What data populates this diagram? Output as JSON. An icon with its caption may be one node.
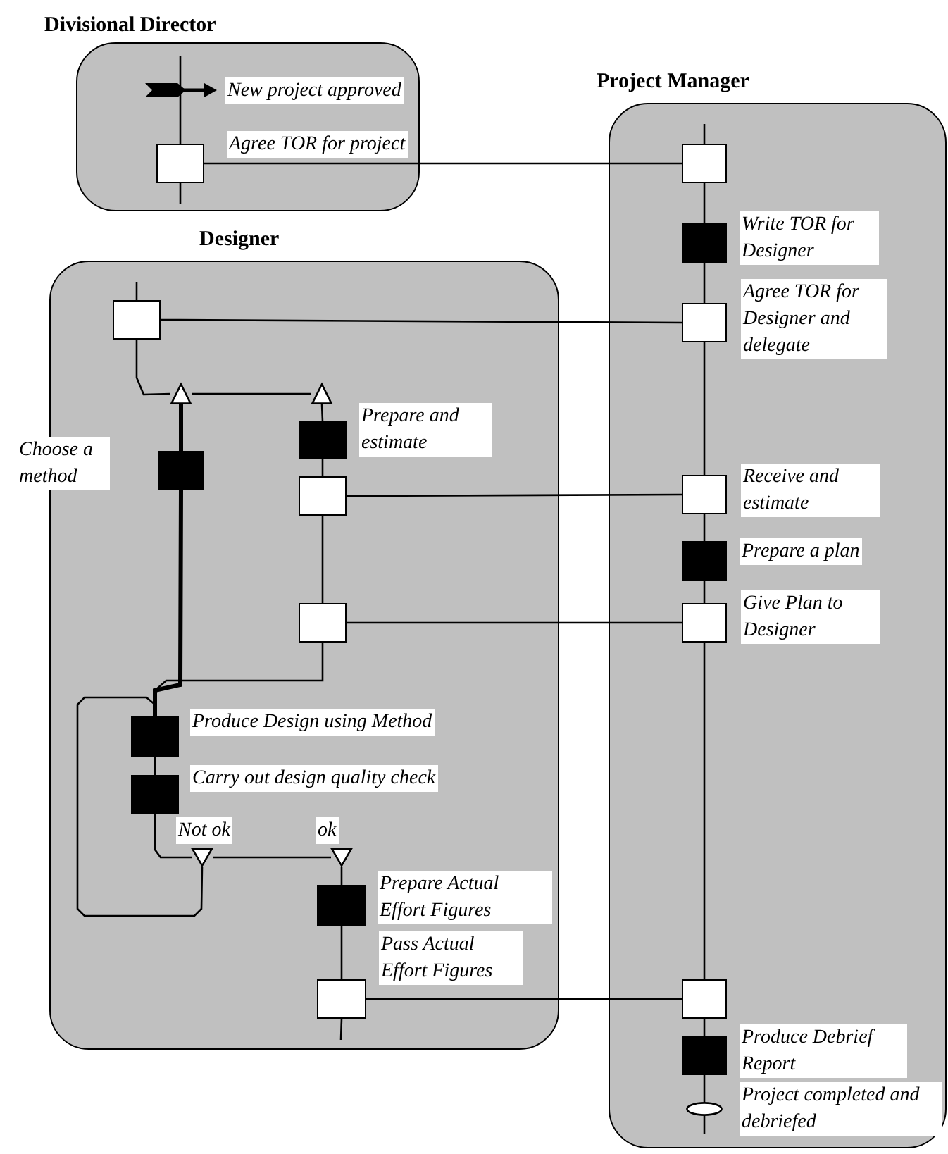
{
  "diagram": {
    "nodes": [
      {
        "text": [
          "Divisional Director"
        ]
      },
      {
        "text": [
          "New project approved"
        ],
        "in": 0
      },
      {
        "text": [
          "Agree TOR for project"
        ],
        "in": 0
      },
      {
        "text": [
          "Project Manager"
        ]
      },
      {
        "text": [],
        "shape": "box",
        "in": 3
      },
      {
        "text": [
          "Write TOR for Designer"
        ],
        "in": 3
      },
      {
        "text": [
          "Agree TOR for Designer and delegate"
        ],
        "in": 3
      },
      {
        "text": [
          "Designer"
        ]
      },
      {
        "text": [],
        "shape": "box",
        "in": 7
      },
      {
        "text": [],
        "shape": "triangle",
        "in": 7
      },
      {
        "text": [],
        "shape": "triangle",
        "in": 7
      },
      {
        "text": [
          "Choose a method"
        ],
        "in": 7
      },
      {
        "text": [
          "Prepare and estimate"
        ],
        "in": 7
      },
      {
        "text": [],
        "shape": "box",
        "in": 7
      },
      {
        "text": [
          "Receive and estimate"
        ],
        "in": 3
      },
      {
        "text": [
          "Prepare a plan"
        ],
        "in": 3
      },
      {
        "text": [
          "Give Plan to Designer"
        ],
        "in": 3
      },
      {
        "text": [],
        "shape": "box",
        "in": 7
      },
      {
        "text": [
          "Produce Design using Method"
        ],
        "in": 7
      },
      {
        "text": [
          "Carry out design quality check"
        ],
        "in": 7
      },
      {
        "text": [
          "Not ok"
        ],
        "in": 7
      },
      {
        "text": [
          "ok"
        ],
        "in": 7
      },
      {
        "text": [
          "Prepare Actual Effort Figures"
        ],
        "in": 7
      },
      {
        "text": [
          "Pass Actual Effort Figures"
        ],
        "in": 7
      },
      {
        "text": [],
        "shape": "box",
        "in": 3
      },
      {
        "text": [
          "Produce Debrief Report"
        ],
        "in": 3
      },
      {
        "text": [
          "Project completed and debriefed"
        ],
        "in": 3
      }
    ],
    "edges": [
      {
        "from": 1,
        "to": 2,
        "arrow": "none"
      },
      {
        "from": 2,
        "to": 4,
        "arrow": "none"
      },
      {
        "from": 4,
        "to": 5,
        "arrow": "none"
      },
      {
        "from": 5,
        "to": 6,
        "arrow": "none"
      },
      {
        "from": 6,
        "to": 8,
        "arrow": "none"
      },
      {
        "from": 6,
        "to": 14,
        "arrow": "none"
      },
      {
        "from": 14,
        "to": 15,
        "arrow": "none"
      },
      {
        "from": 15,
        "to": 16,
        "arrow": "none"
      },
      {
        "from": 16,
        "to": 24,
        "arrow": "none"
      },
      {
        "from": 24,
        "to": 25,
        "arrow": "none"
      },
      {
        "from": 25,
        "to": 26,
        "arrow": "none"
      },
      {
        "from": 8,
        "to": 9,
        "arrow": "none"
      },
      {
        "from": 9,
        "to": 10,
        "arrow": "none"
      },
      {
        "from": 9,
        "to": 11,
        "arrow": "none",
        "style": "thick"
      },
      {
        "from": 10,
        "to": 12,
        "arrow": "none"
      },
      {
        "from": 12,
        "to": 13,
        "arrow": "none"
      },
      {
        "from": 13,
        "to": 14,
        "arrow": "none"
      },
      {
        "from": 13,
        "to": 17,
        "arrow": "none"
      },
      {
        "from": 17,
        "to": 16,
        "arrow": "none"
      },
      {
        "from": 11,
        "to": 18,
        "arrow": "none",
        "style": "thick"
      },
      {
        "from": 17,
        "to": 18,
        "arrow": "none"
      },
      {
        "from": 18,
        "to": 19,
        "arrow": "none"
      },
      {
        "from": 19,
        "to": 20,
        "arrow": "none"
      },
      {
        "from": 20,
        "to": 21,
        "arrow": "none"
      },
      {
        "from": 20,
        "to": 18,
        "arrow": "none"
      },
      {
        "from": 21,
        "to": 22,
        "arrow": "none"
      },
      {
        "from": 22,
        "to": 23,
        "arrow": "none"
      },
      {
        "from": 23,
        "to": 24,
        "arrow": "none"
      },
      {
        "from": null,
        "to": 1,
        "arrow": "none"
      },
      {
        "from": 2,
        "to": null,
        "arrow": "none"
      },
      {
        "from": null,
        "to": 4,
        "arrow": "none"
      },
      {
        "from": 26,
        "to": null,
        "arrow": "none"
      },
      {
        "from": null,
        "to": 8,
        "arrow": "none"
      },
      {
        "from": 23,
        "to": null,
        "arrow": "none"
      }
    ]
  }
}
